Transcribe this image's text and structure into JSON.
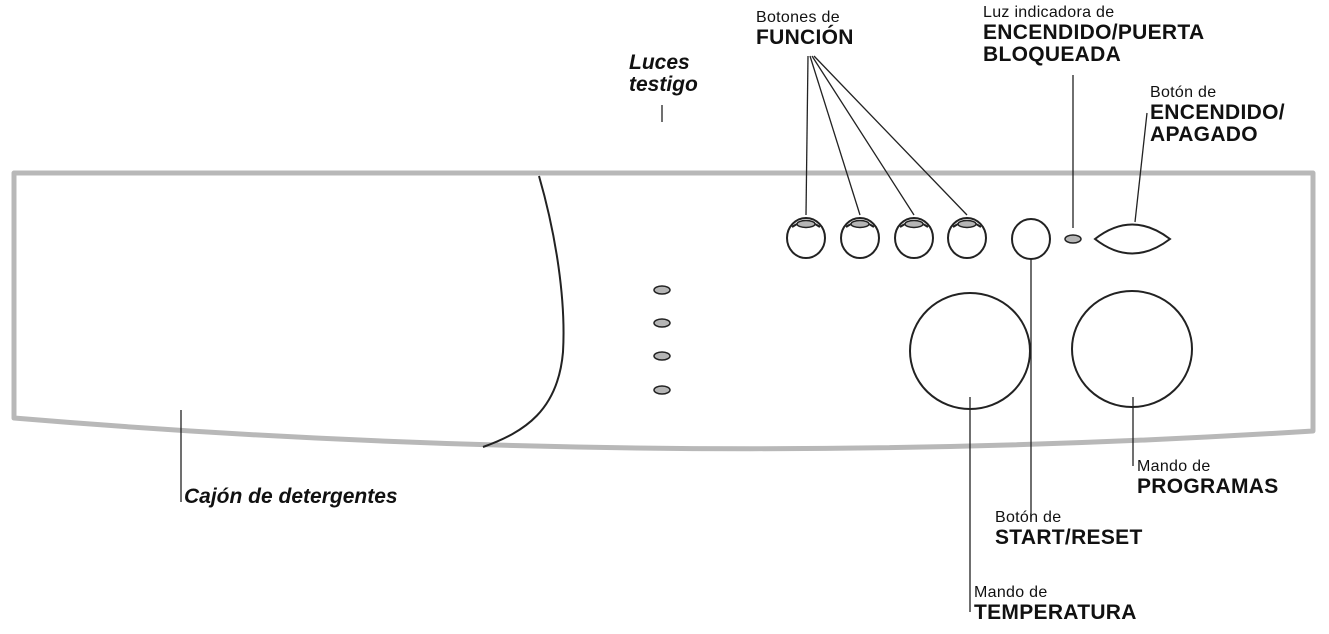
{
  "labels": {
    "function_buttons": {
      "line1": "Botones de",
      "line2": "FUNCIÓN"
    },
    "warning_lights": {
      "line1": "Luces",
      "line2": "testigo"
    },
    "power_door_light": {
      "line1": "Luz indicadora de",
      "line2": "ENCENDIDO/PUERTA",
      "line3": "BLOQUEADA"
    },
    "power_button": {
      "line1": "Botón de",
      "line2": "ENCENDIDO/",
      "line3": "APAGADO"
    },
    "detergent_drawer": {
      "line1": "Cajón de detergentes"
    },
    "program_knob": {
      "line1": "Mando de",
      "line2": "PROGRAMAS"
    },
    "start_reset": {
      "line1": "Botón de",
      "line2": "START/RESET"
    },
    "temperature_knob": {
      "line1": "Mando de",
      "line2": "TEMPERATURA"
    }
  },
  "colors": {
    "panel_outline": "#b8b8b8",
    "line": "#222222",
    "indicator_fill": "#b5b5b5"
  },
  "icons": {
    "function_buttons": "round-push-button",
    "warning_lights": "indicator-led",
    "power_door_light": "indicator-led",
    "power_button": "oval-push-button",
    "start_reset": "round-push-button",
    "knobs": "round-dial-knob"
  }
}
